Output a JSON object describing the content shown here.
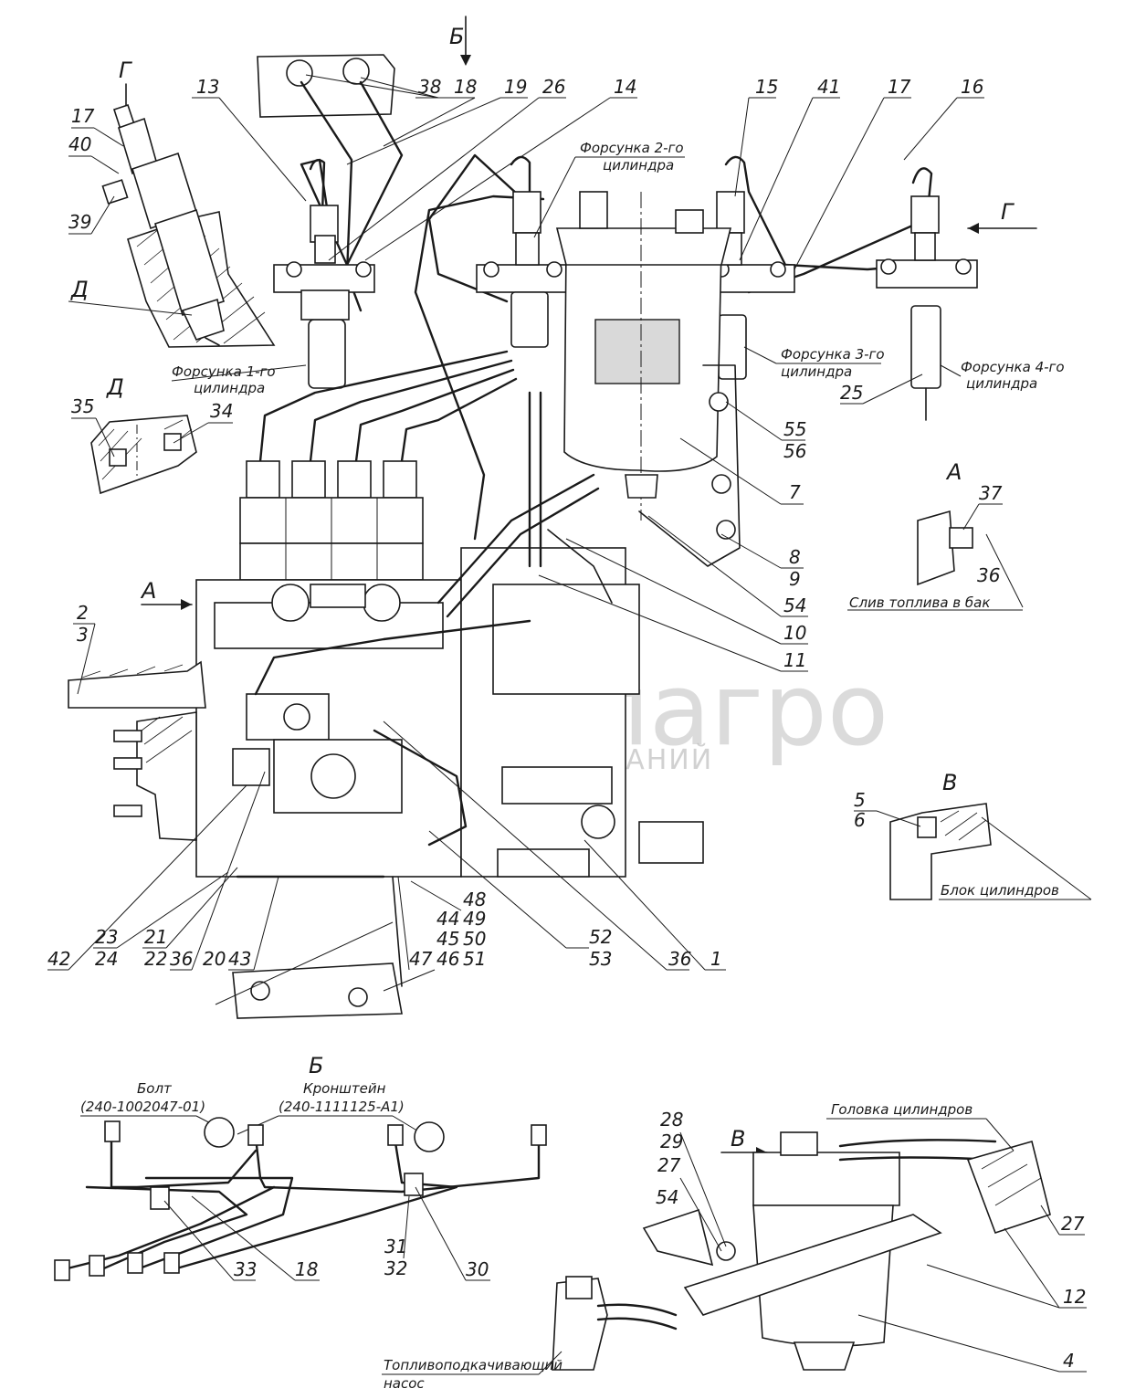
{
  "views": {
    "G": "Г",
    "D": "Д",
    "B": "Б",
    "A": "А",
    "V": "В"
  },
  "labels": {
    "injector1_l1": "Форсунка 1-го",
    "injector1_l2": "цилиндра",
    "injector2_l1": "Форсунка 2-го",
    "injector2_l2": "цилиндра",
    "injector3_l1": "Форсунка 3-го",
    "injector3_l2": "цилиндра",
    "injector4_l1": "Форсунка 4-го",
    "injector4_l2": "цилиндра",
    "drain": "Слив топлива в бак",
    "block": "Блок цилиндров",
    "bolt_l1": "Болт",
    "bolt_l2": "(240-1002047-01)",
    "bracket_l1": "Кронштейн",
    "bracket_l2": "(240-1111125-А1)",
    "head": "Головка цилиндров",
    "pump_l1": "Топливоподкачивающий",
    "pump_l2": "насос"
  },
  "watermark": {
    "brand": "белагро",
    "group": "ГРУППА КОМПАНИЙ"
  },
  "callouts": {
    "n1": "1",
    "n2": "2",
    "n3": "3",
    "n4": "4",
    "n5": "5",
    "n6": "6",
    "n7": "7",
    "n8": "8",
    "n9": "9",
    "n10": "10",
    "n11": "11",
    "n12": "12",
    "n13": "13",
    "n14": "14",
    "n15": "15",
    "n16": "16",
    "n17": "17",
    "n18": "18",
    "n19": "19",
    "n20": "20",
    "n21": "21",
    "n22": "22",
    "n23": "23",
    "n24": "24",
    "n25": "25",
    "n26": "26",
    "n27": "27",
    "n28": "28",
    "n29": "29",
    "n30": "30",
    "n31": "31",
    "n32": "32",
    "n33": "33",
    "n34": "34",
    "n35": "35",
    "n36": "36",
    "n37": "37",
    "n38": "38",
    "n39": "39",
    "n40": "40",
    "n41": "41",
    "n42": "42",
    "n43": "43",
    "n44": "44",
    "n45": "45",
    "n46": "46",
    "n47": "47",
    "n48": "48",
    "n49": "49",
    "n50": "50",
    "n51": "51",
    "n52": "52",
    "n53": "53",
    "n54": "54",
    "n55": "55",
    "n56": "56"
  }
}
